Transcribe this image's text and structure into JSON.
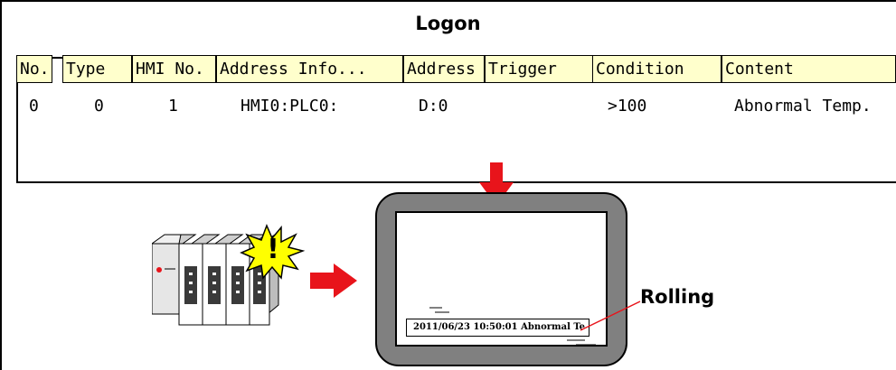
{
  "title": "Logon",
  "table": {
    "headers": [
      "No.",
      "Type",
      "HMI No.",
      "Address Info...",
      "Address",
      "Trigger",
      "Condition",
      "Content"
    ],
    "row": [
      "0",
      "0",
      "1",
      "HMI0:PLC0:",
      "D:0",
      "",
      ">100",
      "Abnormal Temp."
    ]
  },
  "alarm_badge": {
    "symbol": "!"
  },
  "hmi_screen": {
    "rolling_text": "2011/06/23 10:50:01 Abnormal Te"
  },
  "callout": {
    "label": "Rolling"
  },
  "colors": {
    "arrow": "#e8141b",
    "header_fill": "#ffffcc",
    "bezel": "#808080",
    "badge": "#ffff00",
    "led": "#e8141b"
  }
}
